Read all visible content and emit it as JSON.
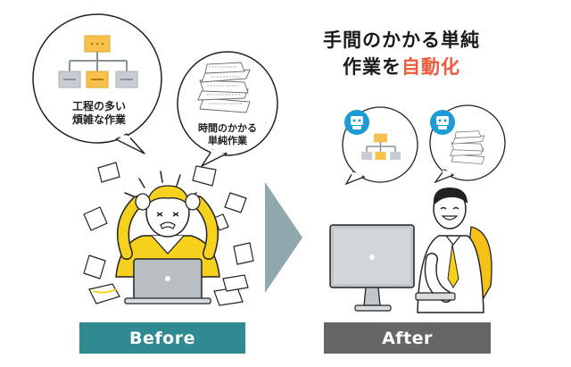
{
  "before": {
    "label": "Before",
    "label_color": "#2f8a92",
    "bubble_large": {
      "line1": "工程の多い",
      "line2": "煩雑な作業"
    },
    "bubble_small": {
      "line1": "時間のかかる",
      "line2": "単純作業"
    }
  },
  "after": {
    "label": "After",
    "label_color": "#666666",
    "headline": {
      "line1": "手間のかかる単純",
      "line2_prefix": "作業を",
      "line2_accent": "自動化"
    },
    "accent_color": "#ef5a3c"
  },
  "arrow_color": "#8fa8ad",
  "icons": [
    "flowchart-icon",
    "paper-stack-icon",
    "robot-icon",
    "laptop-icon",
    "monitor-icon"
  ]
}
